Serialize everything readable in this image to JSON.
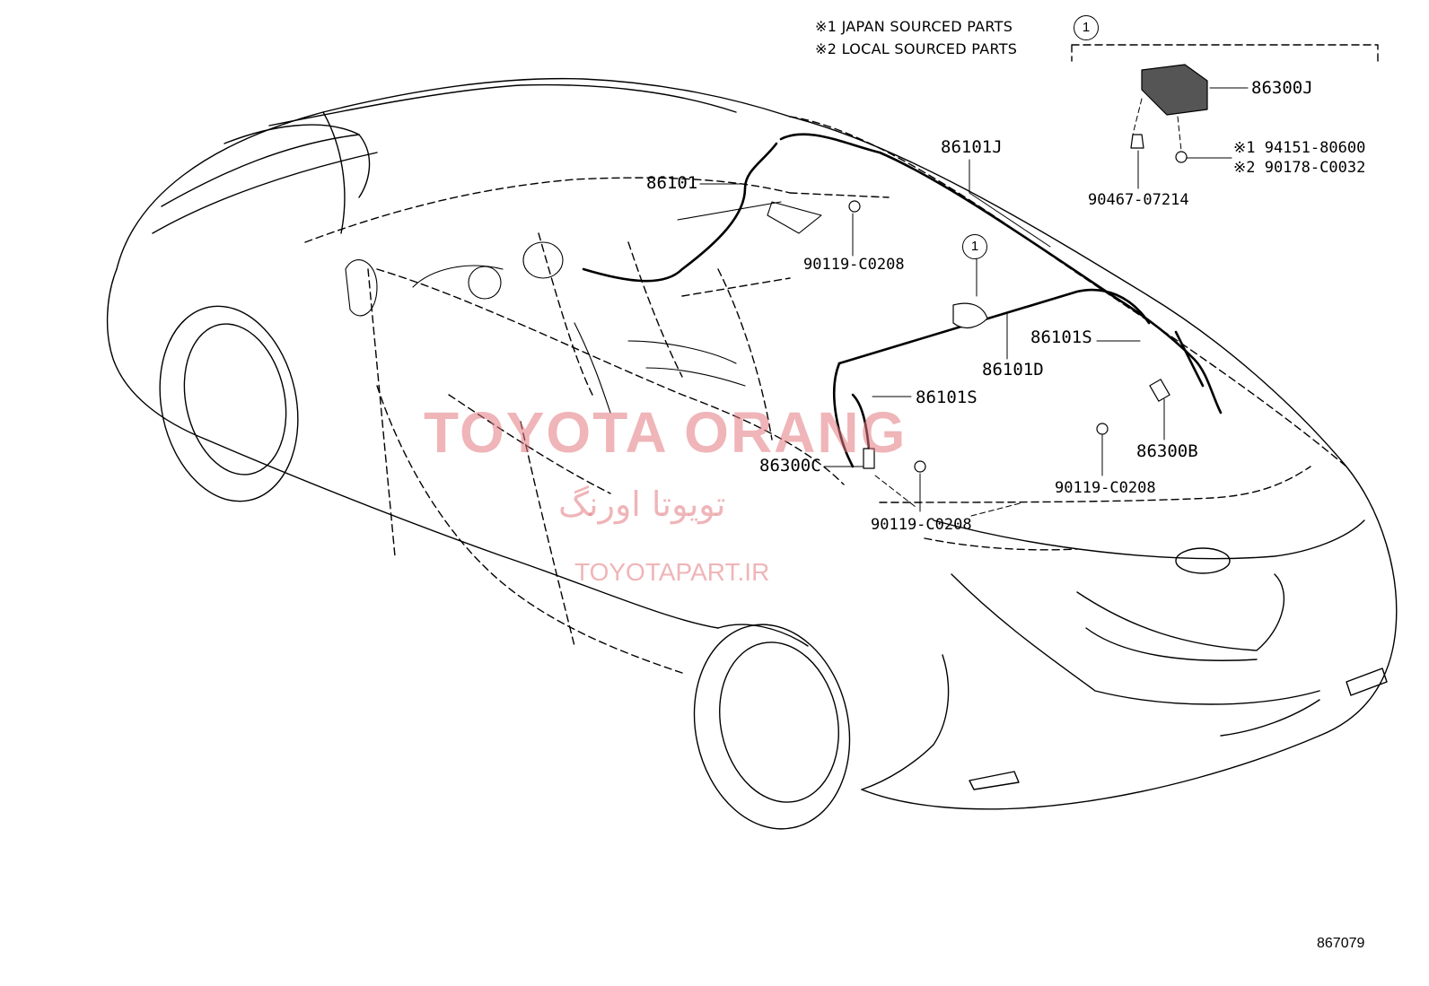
{
  "legend": {
    "japan": "※1 JAPAN SOURCED PARTS",
    "local": "※2 LOCAL SOURCED PARTS"
  },
  "callout": {
    "marker": "1"
  },
  "labels": {
    "p86300J": "86300J",
    "p86101J": "86101J",
    "p86101": "86101",
    "p94151": "※1 94151-80600",
    "p90178": "※2 90178-C0032",
    "p90467": "90467-07214",
    "p90119a": "90119-C0208",
    "p86101S_a": "86101S",
    "p86101D": "86101D",
    "p86101S_b": "86101S",
    "p86300C": "86300C",
    "p86300B": "86300B",
    "p90119b": "90119-C0208",
    "p90119c": "90119-C0208"
  },
  "watermark": {
    "brand": "TOYOTA ORANG",
    "persian": "تویوتا اورنگ",
    "site": "TOYOTAPART.IR"
  },
  "figure_id": "867079",
  "colors": {
    "line": "#000000",
    "watermark": "#e1787d"
  }
}
